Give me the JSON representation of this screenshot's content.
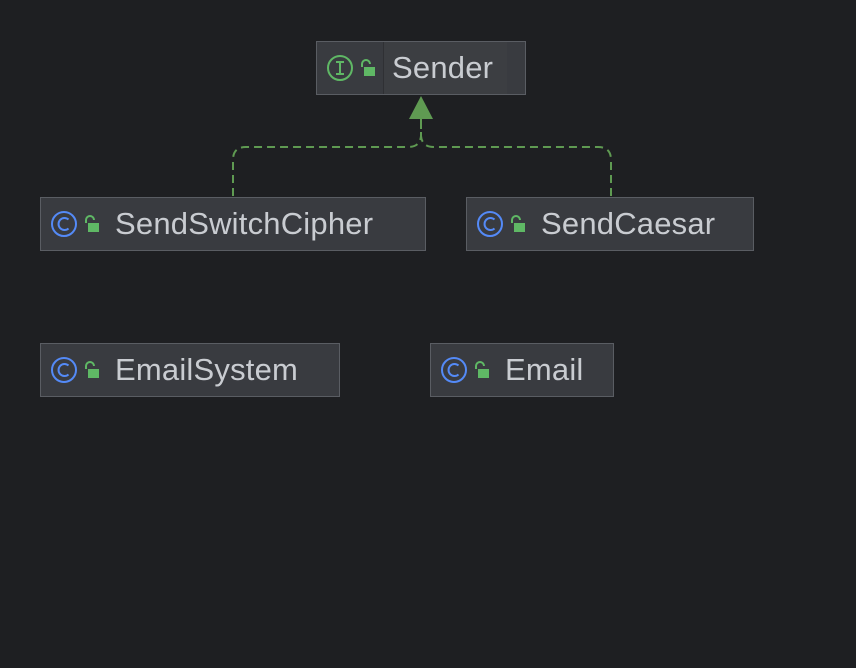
{
  "diagram": {
    "colors": {
      "background": "#1e1f22",
      "node_fill": "#393b40",
      "node_border": "#5a5d63",
      "text": "#c9ccd1",
      "class_icon": "#548af7",
      "interface_icon": "#5fb865",
      "lock_icon": "#5fb865",
      "edge": "#5f9a52"
    },
    "nodes": {
      "sender": {
        "label": "Sender",
        "kind": "interface",
        "kind_icon": "interface-icon",
        "visibility_icon": "unlocked-icon"
      },
      "send_switch_cipher": {
        "label": "SendSwitchCipher",
        "kind": "class",
        "kind_icon": "class-icon",
        "visibility_icon": "unlocked-icon"
      },
      "send_caesar": {
        "label": "SendCaesar",
        "kind": "class",
        "kind_icon": "class-icon",
        "visibility_icon": "unlocked-icon"
      },
      "email_system": {
        "label": "EmailSystem",
        "kind": "class",
        "kind_icon": "class-icon",
        "visibility_icon": "unlocked-icon"
      },
      "email": {
        "label": "Email",
        "kind": "class",
        "kind_icon": "class-icon",
        "visibility_icon": "unlocked-icon"
      }
    },
    "edges": [
      {
        "from": "SendSwitchCipher",
        "to": "Sender",
        "type": "implements",
        "style": "dashed"
      },
      {
        "from": "SendCaesar",
        "to": "Sender",
        "type": "implements",
        "style": "dashed"
      }
    ]
  }
}
